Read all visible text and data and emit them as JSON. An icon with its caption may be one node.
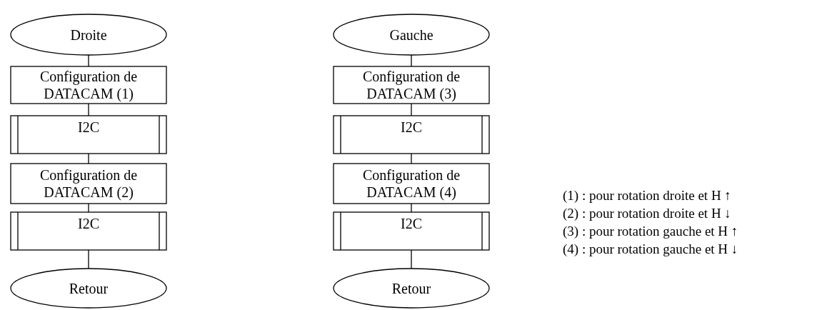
{
  "diagram": {
    "nodes": [
      {
        "text": [
          "Droite"
        ]
      },
      {
        "text": [
          "Configuration de DATACAM (1)"
        ]
      },
      {
        "text": [
          "I2C"
        ]
      },
      {
        "text": [
          "Configuration de DATACAM (2)"
        ]
      },
      {
        "text": [
          "I2C"
        ]
      },
      {
        "text": [
          "Retour"
        ]
      },
      {
        "text": [
          "Gauche"
        ]
      },
      {
        "text": [
          "Configuration de DATACAM (3)"
        ]
      },
      {
        "text": [
          "I2C"
        ]
      },
      {
        "text": [
          "Configuration de DATACAM (4)"
        ]
      },
      {
        "text": [
          "I2C"
        ]
      },
      {
        "text": [
          "Retour"
        ]
      }
    ],
    "edges": [
      {
        "from": 0,
        "to": 1,
        "arrow": "none"
      },
      {
        "from": 1,
        "to": 2,
        "arrow": "none"
      },
      {
        "from": 2,
        "to": 3,
        "arrow": "none"
      },
      {
        "from": 3,
        "to": 4,
        "arrow": "none"
      },
      {
        "from": 4,
        "to": 5,
        "arrow": "none"
      },
      {
        "from": 6,
        "to": 7,
        "arrow": "none"
      },
      {
        "from": 7,
        "to": 8,
        "arrow": "none"
      },
      {
        "from": 8,
        "to": 9,
        "arrow": "none"
      },
      {
        "from": 9,
        "to": 10,
        "arrow": "none"
      },
      {
        "from": 10,
        "to": 11,
        "arrow": "none"
      }
    ],
    "labels": [
      "(1) : pour rotation droite et H ↑",
      "(2) : pour rotation droite et H ↓",
      "(3) : pour rotation gauche et H ↑",
      "(4) : pour rotation gauche et H ↓"
    ]
  }
}
